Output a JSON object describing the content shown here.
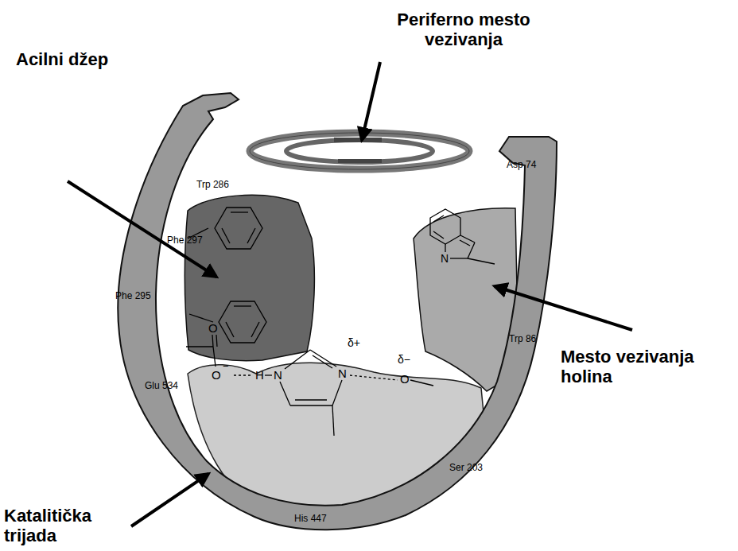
{
  "diagram": {
    "labels": [
      "Periferno mesto vezivanja",
      "Acilni džep",
      "Trp 286",
      "Asp 74",
      "Phe 297",
      "Phe 295",
      "Trp 86",
      "Mesto vezivanja holina",
      "Glu 534",
      "Ser 203",
      "His 447",
      "Katalitička trijada",
      "O",
      "O",
      "−",
      "H",
      "N",
      "N",
      "δ+",
      "δ−",
      "O",
      "N"
    ]
  }
}
